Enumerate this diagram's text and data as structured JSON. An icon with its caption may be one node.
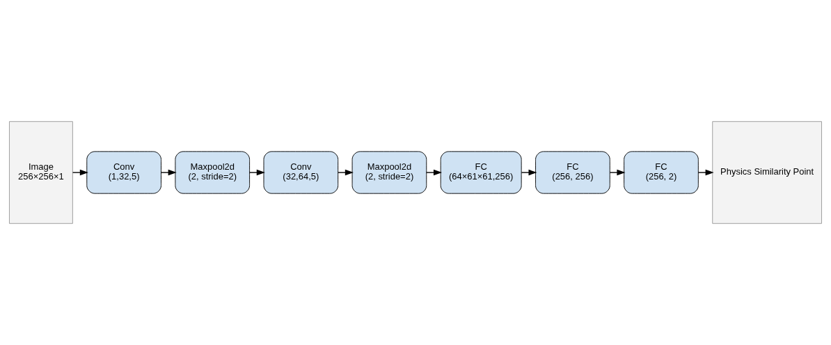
{
  "diagram": {
    "nodes": [
      {
        "text": [
          "Image",
          "256×256×1"
        ]
      },
      {
        "text": [
          "Conv",
          "(1,32,5)"
        ]
      },
      {
        "text": [
          "Maxpool2d",
          "(2, stride=2)"
        ]
      },
      {
        "text": [
          "Conv",
          "(32,64,5)"
        ]
      },
      {
        "text": [
          "Maxpool2d",
          "(2, stride=2)"
        ]
      },
      {
        "text": [
          "FC",
          "(64×61×61,256)"
        ]
      },
      {
        "text": [
          "FC",
          "(256, 256)"
        ]
      },
      {
        "text": [
          "FC",
          "(256, 2)"
        ]
      },
      {
        "text": [
          "Physics Similarity Point"
        ]
      }
    ],
    "edges": [
      {
        "from": 0,
        "to": 1,
        "arrow": "to"
      },
      {
        "from": 1,
        "to": 2,
        "arrow": "to"
      },
      {
        "from": 2,
        "to": 3,
        "arrow": "to"
      },
      {
        "from": 3,
        "to": 4,
        "arrow": "to"
      },
      {
        "from": 4,
        "to": 5,
        "arrow": "to"
      },
      {
        "from": 5,
        "to": 6,
        "arrow": "to"
      },
      {
        "from": 6,
        "to": 7,
        "arrow": "to"
      },
      {
        "from": 7,
        "to": 8,
        "arrow": "to"
      }
    ]
  }
}
